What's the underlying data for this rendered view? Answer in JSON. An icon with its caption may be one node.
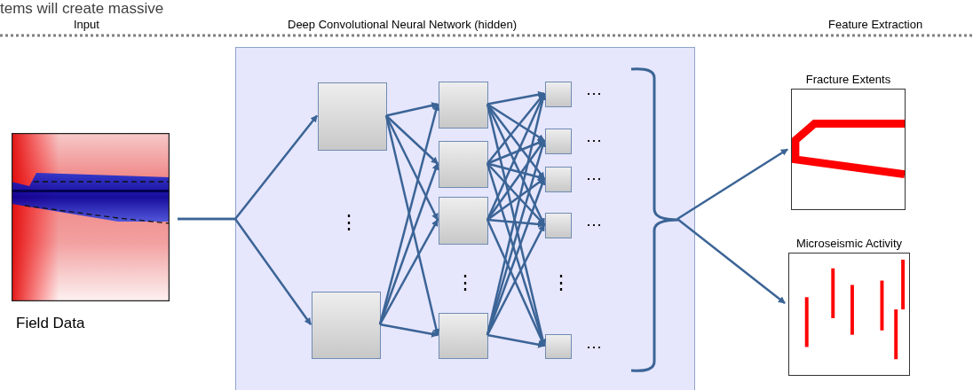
{
  "diagram": {
    "nodes": [
      {
        "text": [],
        "shape": "picture",
        "beside": [
          "Field Data"
        ]
      },
      {
        "text": [],
        "shape": "box"
      },
      {
        "text": [],
        "shape": "box",
        "in": 1
      },
      {
        "text": [],
        "shape": "box",
        "in": 1
      },
      {
        "text": [],
        "shape": "box",
        "in": 1
      },
      {
        "text": [],
        "shape": "box",
        "in": 1
      },
      {
        "text": [],
        "shape": "box",
        "in": 1
      },
      {
        "text": [],
        "shape": "box",
        "in": 1
      },
      {
        "text": [],
        "shape": "box",
        "in": 1
      },
      {
        "text": [],
        "shape": "box",
        "in": 1
      },
      {
        "text": [],
        "shape": "box",
        "in": 1
      },
      {
        "text": [],
        "shape": "box",
        "in": 1
      },
      {
        "text": [],
        "shape": "box",
        "in": 1
      },
      {
        "text": [],
        "shape": "brace",
        "in": 1
      },
      {
        "text": [
          "Fracture Extents"
        ]
      },
      {
        "text": [
          "Microseismic Activity"
        ]
      }
    ],
    "edges": [
      {
        "from": 0,
        "to": 2,
        "arrow": "to"
      },
      {
        "from": 0,
        "to": 3,
        "arrow": "to"
      },
      {
        "from": 2,
        "to": 4,
        "arrow": "to"
      },
      {
        "from": 2,
        "to": 5,
        "arrow": "to"
      },
      {
        "from": 2,
        "to": 6,
        "arrow": "to"
      },
      {
        "from": 2,
        "to": 7,
        "arrow": "to"
      },
      {
        "from": 3,
        "to": 4,
        "arrow": "to"
      },
      {
        "from": 3,
        "to": 5,
        "arrow": "to"
      },
      {
        "from": 3,
        "to": 6,
        "arrow": "to"
      },
      {
        "from": 3,
        "to": 7,
        "arrow": "to"
      },
      {
        "from": 4,
        "to": 8,
        "arrow": "to"
      },
      {
        "from": 4,
        "to": 9,
        "arrow": "to"
      },
      {
        "from": 4,
        "to": 10,
        "arrow": "to"
      },
      {
        "from": 4,
        "to": 11,
        "arrow": "to"
      },
      {
        "from": 4,
        "to": 12,
        "arrow": "to"
      },
      {
        "from": 5,
        "to": 8,
        "arrow": "to"
      },
      {
        "from": 5,
        "to": 9,
        "arrow": "to"
      },
      {
        "from": 5,
        "to": 10,
        "arrow": "to"
      },
      {
        "from": 5,
        "to": 11,
        "arrow": "to"
      },
      {
        "from": 5,
        "to": 12,
        "arrow": "to"
      },
      {
        "from": 6,
        "to": 8,
        "arrow": "to"
      },
      {
        "from": 6,
        "to": 9,
        "arrow": "to"
      },
      {
        "from": 6,
        "to": 10,
        "arrow": "to"
      },
      {
        "from": 6,
        "to": 11,
        "arrow": "to"
      },
      {
        "from": 6,
        "to": 12,
        "arrow": "to"
      },
      {
        "from": 7,
        "to": 8,
        "arrow": "to"
      },
      {
        "from": 7,
        "to": 9,
        "arrow": "to"
      },
      {
        "from": 7,
        "to": 10,
        "arrow": "to"
      },
      {
        "from": 7,
        "to": 11,
        "arrow": "to"
      },
      {
        "from": 7,
        "to": 12,
        "arrow": "to"
      },
      {
        "from": 13,
        "to": 14,
        "arrow": "to"
      },
      {
        "from": 13,
        "to": 15,
        "arrow": "to"
      }
    ],
    "labels": [
      "tems will create massive",
      "Input",
      "Deep Convolutional Neural Network (hidden)",
      "Feature Extraction",
      "⋯",
      "⋯",
      "⋯",
      "⋮",
      "⋯",
      "⋮",
      "⋮",
      "⋯"
    ]
  }
}
